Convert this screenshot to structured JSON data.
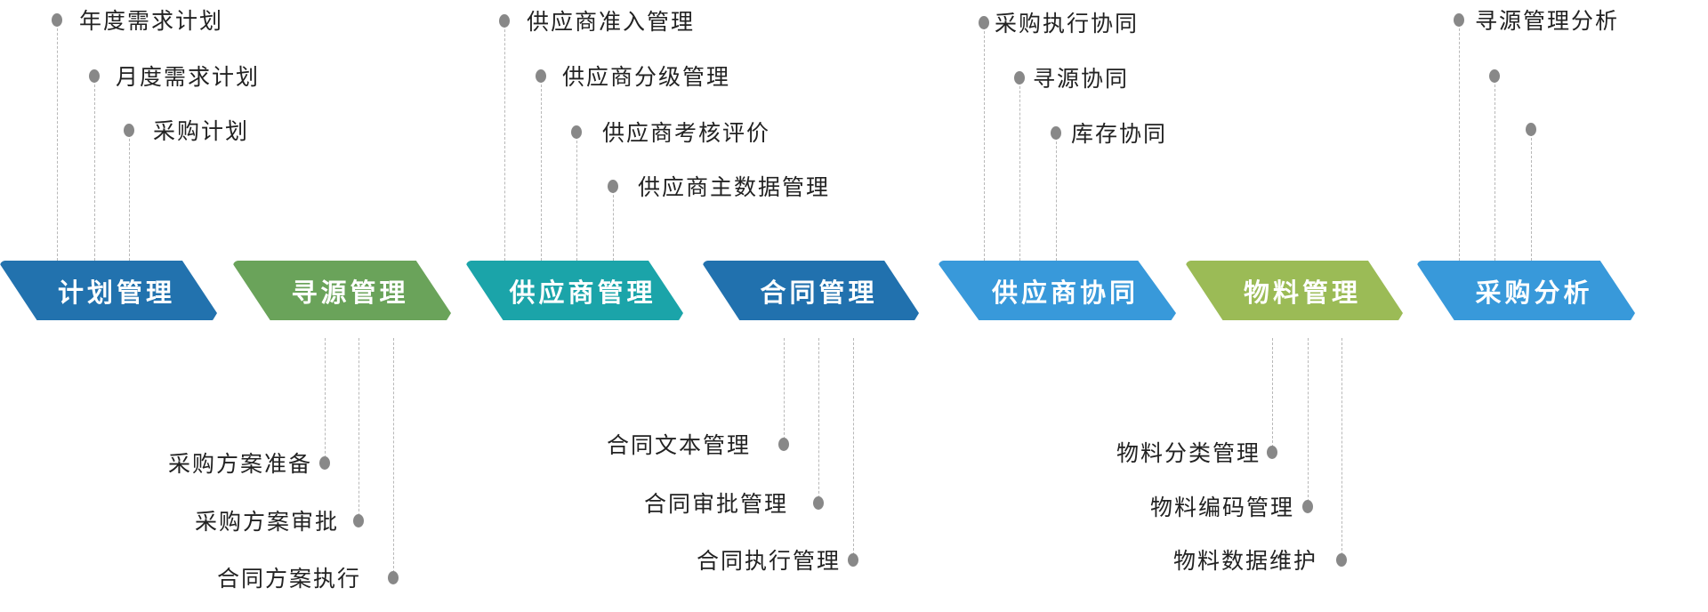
{
  "stages": [
    {
      "label": "计划管理",
      "color": "#2272AE"
    },
    {
      "label": "寻源管理",
      "color": "#6AA35A"
    },
    {
      "label": "供应商管理",
      "color": "#1BA4A9"
    },
    {
      "label": "合同管理",
      "color": "#2171AE"
    },
    {
      "label": "供应商协同",
      "color": "#3899DA"
    },
    {
      "label": "物料管理",
      "color": "#9BBB56"
    },
    {
      "label": "采购分析",
      "color": "#3899DA"
    }
  ],
  "top_items": [
    {
      "label": "年度需求计划"
    },
    {
      "label": "月度需求计划"
    },
    {
      "label": "采购计划"
    },
    {
      "label": "供应商准入管理"
    },
    {
      "label": "供应商分级管理"
    },
    {
      "label": "供应商考核评价"
    },
    {
      "label": "供应商主数据管理"
    },
    {
      "label": "采购执行协同"
    },
    {
      "label": "寻源协同"
    },
    {
      "label": "库存协同"
    },
    {
      "label": "寻源管理分析"
    },
    {
      "label": ""
    },
    {
      "label": ""
    }
  ],
  "bottom_items": [
    {
      "label": "采购方案准备"
    },
    {
      "label": "采购方案审批"
    },
    {
      "label": "合同方案执行"
    },
    {
      "label": "合同文本管理"
    },
    {
      "label": "合同审批管理"
    },
    {
      "label": "合同执行管理"
    },
    {
      "label": "物料分类管理"
    },
    {
      "label": "物料编码管理"
    },
    {
      "label": "物料数据维护"
    }
  ]
}
